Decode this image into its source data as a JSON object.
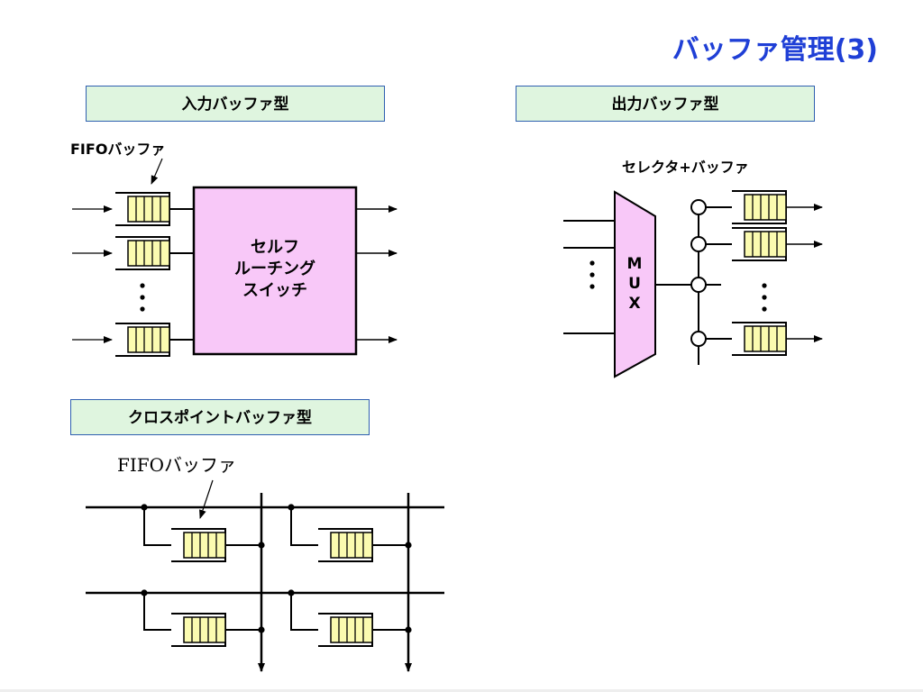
{
  "slide": {
    "title": "バッファ管理(3)",
    "title_color": "#1f3fd6"
  },
  "input_buffer": {
    "label": "入力バッファ型",
    "fifo_caption": "FIFOバッファ",
    "switch_lines": [
      "セルフ",
      "ルーチング",
      "スイッチ"
    ],
    "ellipsis": "⋮"
  },
  "output_buffer": {
    "label": "出力バッファ型",
    "caption": "セレクタ+バッファ",
    "mux_letters": [
      "M",
      "U",
      "X"
    ],
    "ellipsis": "⋮"
  },
  "crosspoint_buffer": {
    "label": "クロスポイントバッファ型",
    "fifo_caption": "FIFOバッファ"
  },
  "colors": {
    "label_bg": "#dff5df",
    "label_border": "#2f5fb0",
    "switch_fill": "#f8c8f8",
    "fifo_fill": "#fbfbb0"
  }
}
